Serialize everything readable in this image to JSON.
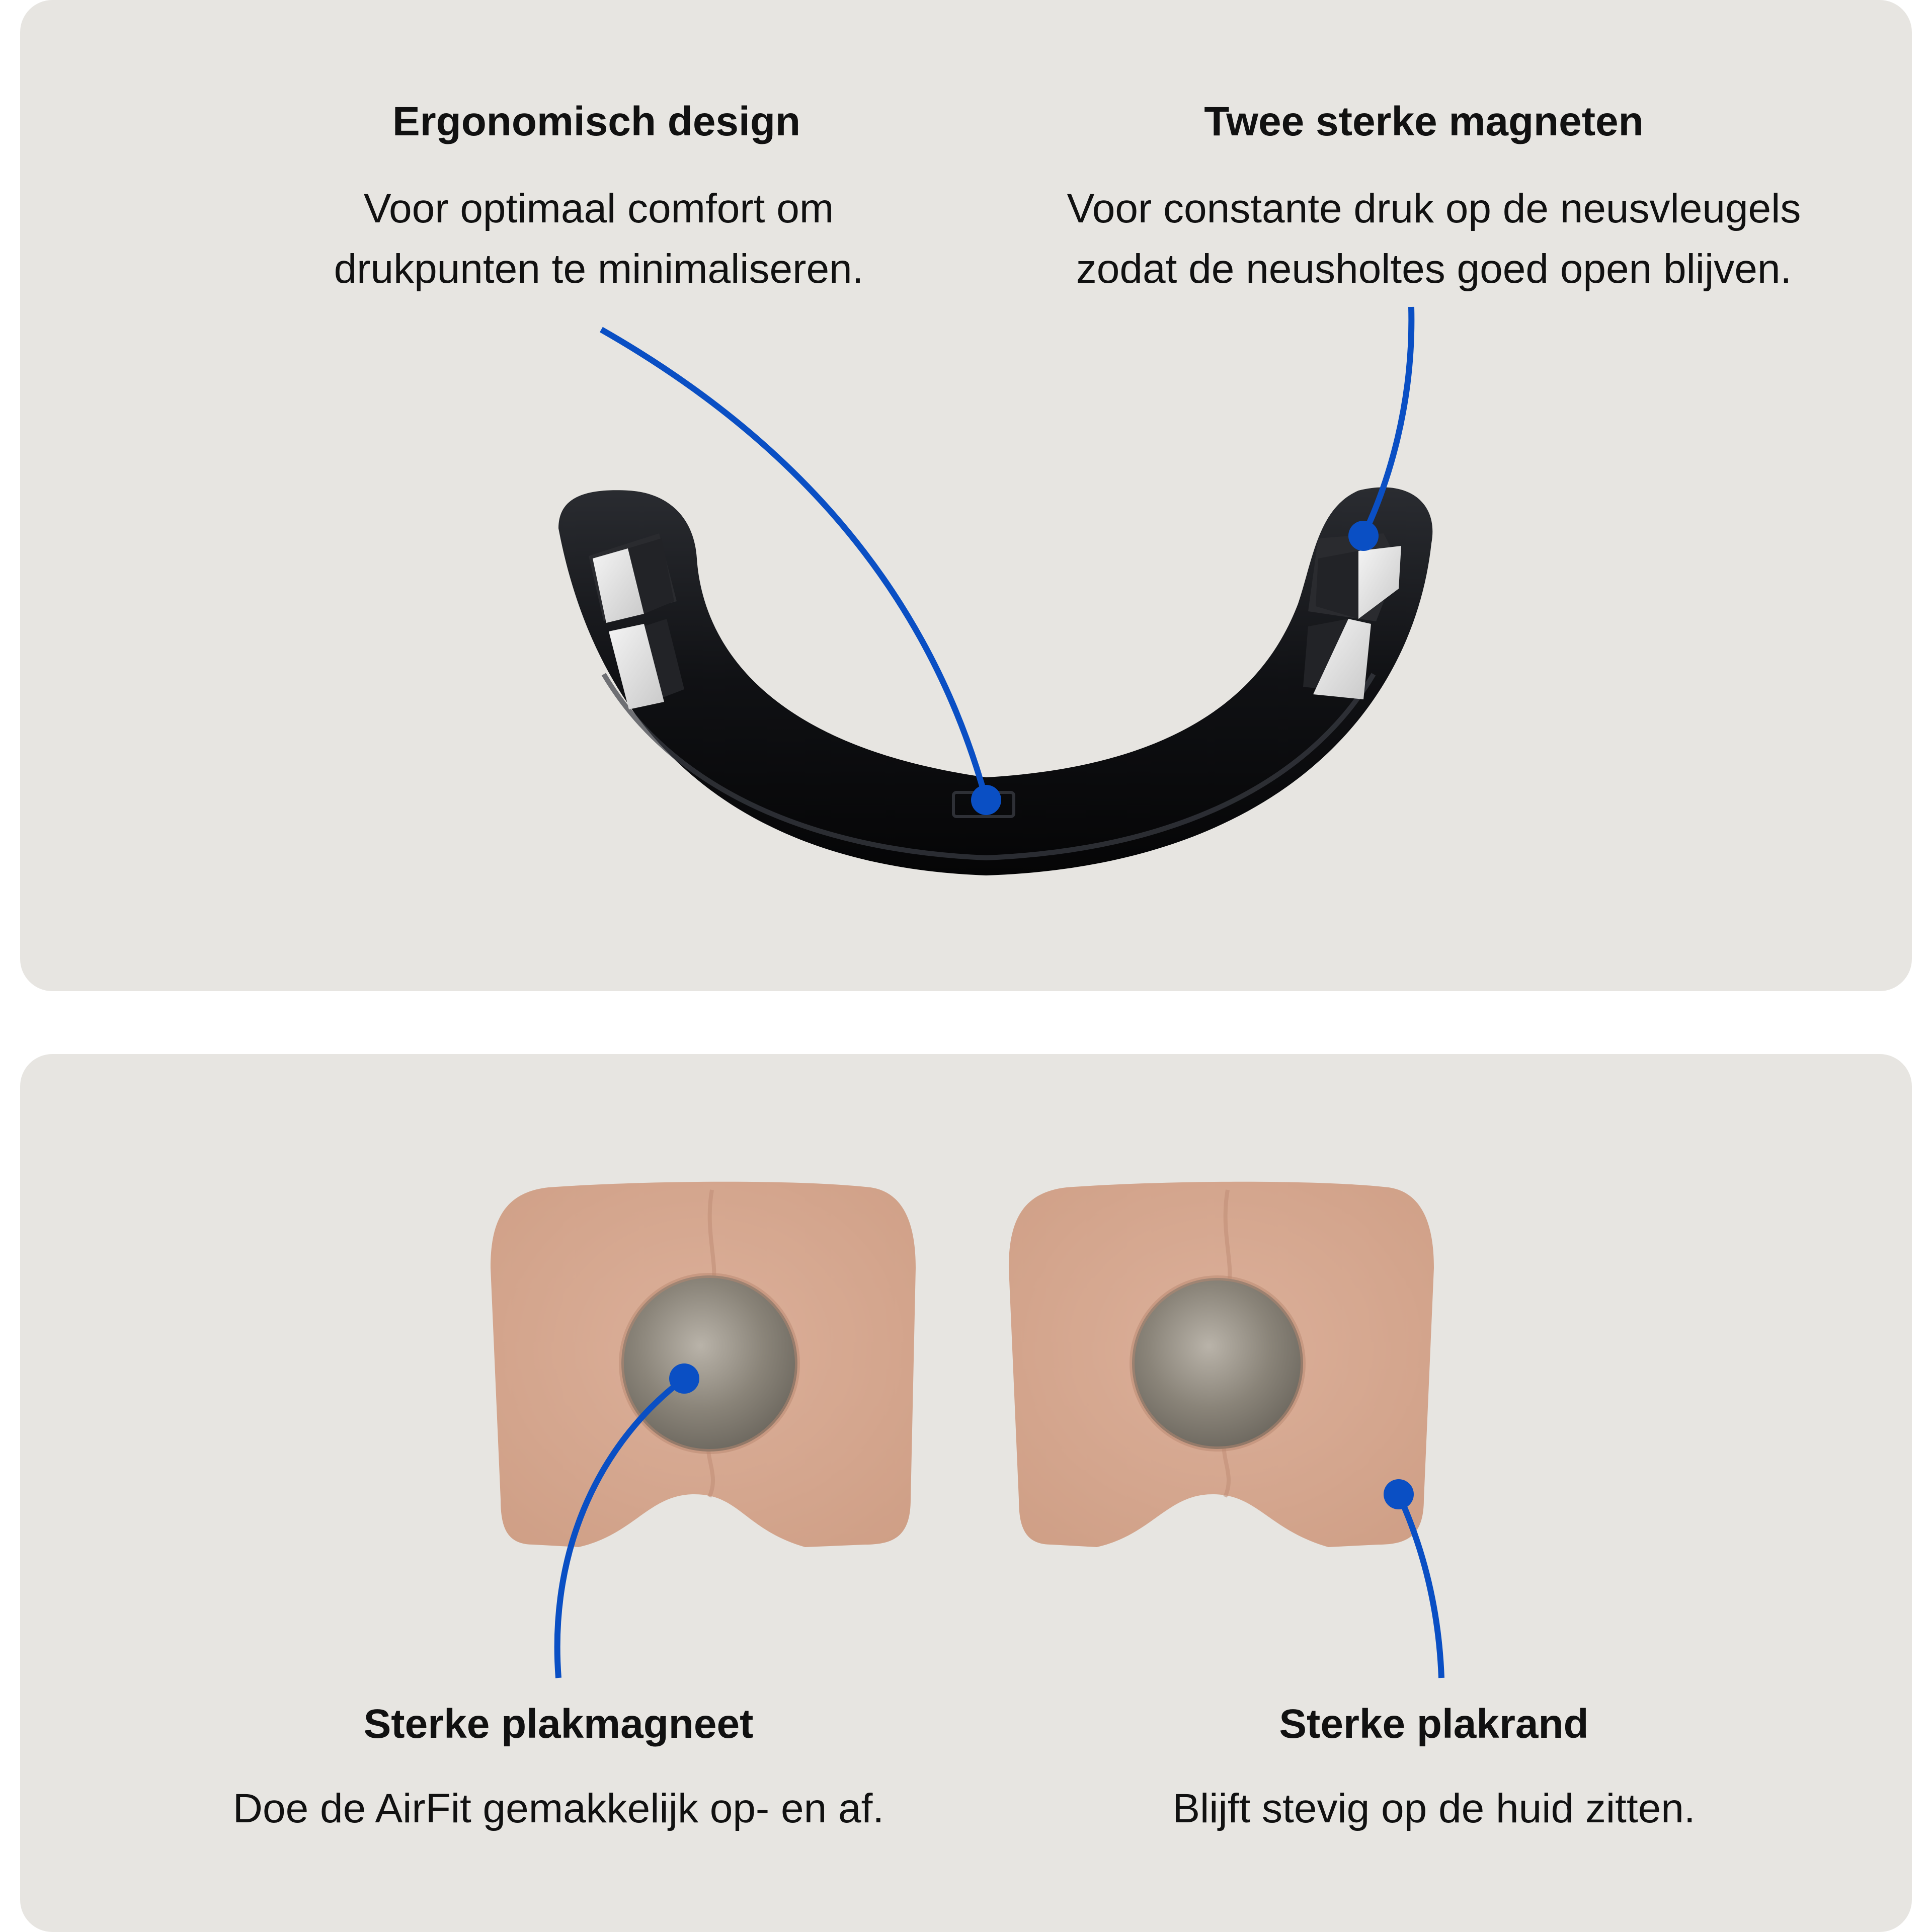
{
  "features": {
    "ergonomic": {
      "title": "Ergonomisch design",
      "line1": "Voor optimaal comfort om",
      "line2": "drukpunten te minimaliseren."
    },
    "magnets": {
      "title": "Twee sterke magneten",
      "line1": "Voor constante druk op de neusvleugels",
      "line2": "zodat de neusholtes goed open blijven."
    },
    "plakmagneet": {
      "title": "Sterke plakmagneet",
      "line1": "Doe de AirFit gemakkelijk op- en af."
    },
    "plakrand": {
      "title": "Sterke plakrand",
      "line1": "Blijft stevig op de huid zitten."
    }
  },
  "colors": {
    "panel": "#e7e5e1",
    "callout": "#0a4fc4",
    "device": "#16171a",
    "pad": "#d7a78f"
  }
}
